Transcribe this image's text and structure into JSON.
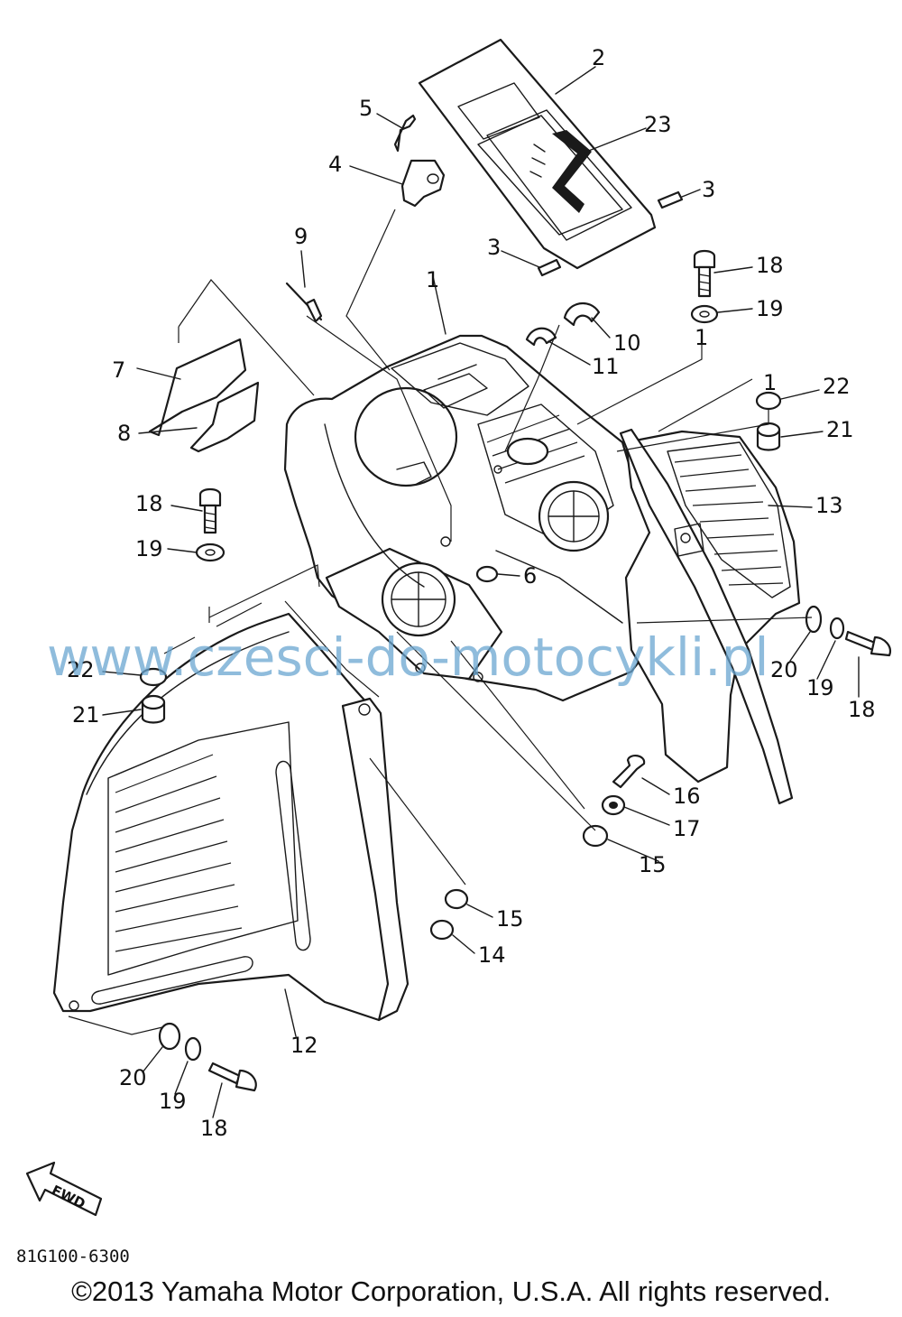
{
  "labels": [
    {
      "id": "p2",
      "text": "2"
    },
    {
      "id": "p23",
      "text": "23"
    },
    {
      "id": "p3a",
      "text": "3"
    },
    {
      "id": "p3b",
      "text": "3"
    },
    {
      "id": "p5",
      "text": "5"
    },
    {
      "id": "p4",
      "text": "4"
    },
    {
      "id": "p9",
      "text": "9"
    },
    {
      "id": "p1a",
      "text": "1"
    },
    {
      "id": "p10",
      "text": "10"
    },
    {
      "id": "p11",
      "text": "11"
    },
    {
      "id": "p18a",
      "text": "18"
    },
    {
      "id": "p19a",
      "text": "19"
    },
    {
      "id": "p1b",
      "text": "1"
    },
    {
      "id": "p1c",
      "text": "1"
    },
    {
      "id": "p22a",
      "text": "22"
    },
    {
      "id": "p21a",
      "text": "21"
    },
    {
      "id": "p13",
      "text": "13"
    },
    {
      "id": "p7",
      "text": "7"
    },
    {
      "id": "p8",
      "text": "8"
    },
    {
      "id": "p18b",
      "text": "18"
    },
    {
      "id": "p19b",
      "text": "19"
    },
    {
      "id": "p6",
      "text": "6"
    },
    {
      "id": "p22b",
      "text": "22"
    },
    {
      "id": "p21b",
      "text": "21"
    },
    {
      "id": "p20a",
      "text": "20"
    },
    {
      "id": "p19c",
      "text": "19"
    },
    {
      "id": "p18c",
      "text": "18"
    },
    {
      "id": "p16",
      "text": "16"
    },
    {
      "id": "p17",
      "text": "17"
    },
    {
      "id": "p15a",
      "text": "15"
    },
    {
      "id": "p15b",
      "text": "15"
    },
    {
      "id": "p14",
      "text": "14"
    },
    {
      "id": "p12",
      "text": "12"
    },
    {
      "id": "p20b",
      "text": "20"
    },
    {
      "id": "p19d",
      "text": "19"
    },
    {
      "id": "p18d",
      "text": "18"
    }
  ],
  "watermark": "www.czesci-do-motocykli.pl",
  "fwd_label": "FWD",
  "diagram_code": "81G100-6300",
  "copyright": "©2013 Yamaha Motor Corporation, U.S.A. All rights reserved.",
  "colors": {
    "line": "#1a1a1a",
    "watermark": "#6aa6d0",
    "background": "#ffffff"
  }
}
